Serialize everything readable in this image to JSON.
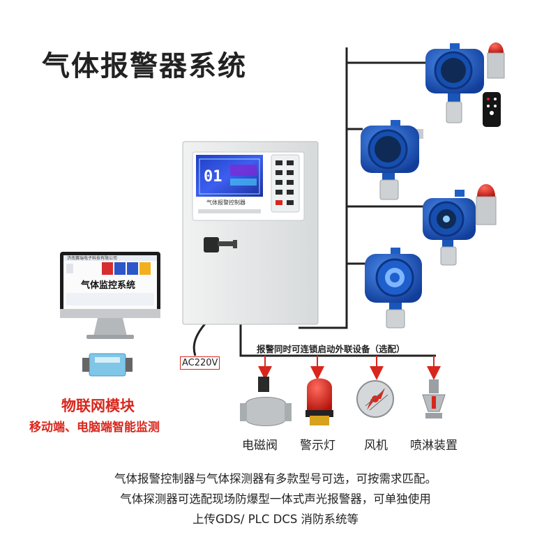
{
  "title": "气体报警器系统",
  "controller": {
    "screen_title": "气体报警控制器",
    "screen_digits": "01",
    "power_label": "AC220V"
  },
  "monitor": {
    "company": "济南赛瑞电子科技有限公司",
    "system_title": "气体监控系统"
  },
  "linkage": {
    "label": "报警同时可连锁启动外联设备（选配）",
    "devices": [
      "电磁阀",
      "警示灯",
      "风机",
      "喷淋装置"
    ]
  },
  "iot": {
    "title": "物联网模块",
    "subtitle": "移动端、电脑端智能监测"
  },
  "footer": [
    "气体报警控制器与气体探测器有多款型号可选，可按需求匹配。",
    "气体探测器可选配现场防爆型一体式声光报警器，可单独使用",
    "上传GDS/ PLC DCS 消防系统等"
  ],
  "colors": {
    "detector_blue": "#1f5fc4",
    "alarm_red": "#d9261c",
    "cabinet": "#e4e7e8",
    "screen": "#2b4fd6"
  }
}
